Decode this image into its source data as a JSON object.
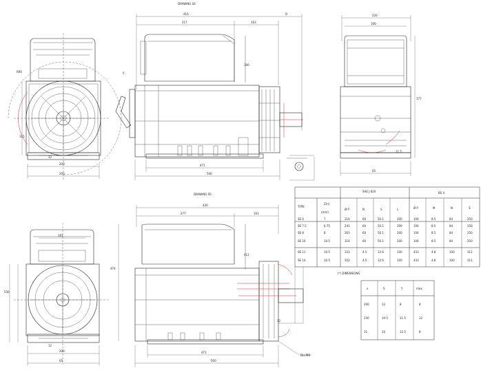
{
  "labels": {
    "view1_caption": "DRAWING S4",
    "view2_caption": "DRAWING S5",
    "table1_note": "(*) DIMENSIONS",
    "note_bottom": "Dia.M8"
  },
  "dims_top": {
    "d1": "416",
    "d2": "D",
    "d3": "226",
    "d4": "217",
    "d5": "163",
    "d6": "166",
    "d7": "177",
    "d8": "5",
    "d9": "R90",
    "d10": "315",
    "d11": "200",
    "d12": "65",
    "d13": "200",
    "d14": "471",
    "d15": "540",
    "d16": "12",
    "d17": "300",
    "d18": "11.5"
  },
  "dims_bottom": {
    "d1": "430",
    "d2": "277",
    "d3": "163",
    "d4": "161",
    "d5": "530",
    "d6": "412",
    "d7": "200",
    "d8": "65",
    "d9": "474",
    "d10": "471",
    "d11": "500",
    "d12": "12"
  },
  "table1": {
    "group_head_1": "SAE J 620",
    "group_head_2": "BS 4",
    "headers": [
      "TYPE",
      "Z(n)",
      "Ø P",
      "N",
      "S",
      "L",
      "Ø P",
      "M",
      "N",
      "S"
    ],
    "sub_header": "(mm)",
    "rows": [
      [
        "SE 6",
        "7",
        "216",
        "60",
        "50.1",
        "200",
        "104",
        "8.5",
        "84",
        "250"
      ],
      [
        "SE 7.5",
        "6.75",
        "241",
        "60",
        "50.1",
        "200",
        "104",
        "8.5",
        "84",
        "250"
      ],
      [
        "SE 8",
        "8",
        "263",
        "60",
        "50.1",
        "200",
        "104",
        "8.5",
        "84",
        "250"
      ],
      [
        "SE 10",
        "10.5",
        "314",
        "60",
        "50.1",
        "200",
        "104",
        "8.5",
        "84",
        "250"
      ],
      [
        "SE 11",
        "10.5",
        "333",
        "4.5",
        "12.6",
        "100",
        "433",
        "4.8",
        "100",
        "311"
      ],
      [
        "SE 14",
        "10.5",
        "352",
        "4.5",
        "12.6",
        "100",
        "433",
        "4.8",
        "100",
        "311"
      ]
    ]
  },
  "table2": {
    "headers": [
      "x",
      "S",
      "Y",
      "max"
    ],
    "rows": [
      [
        "200",
        "12",
        "8",
        "8"
      ],
      [
        "230",
        "10.5",
        "11.5",
        "12"
      ],
      [
        "11",
        "10",
        "12.5",
        "8"
      ]
    ]
  }
}
